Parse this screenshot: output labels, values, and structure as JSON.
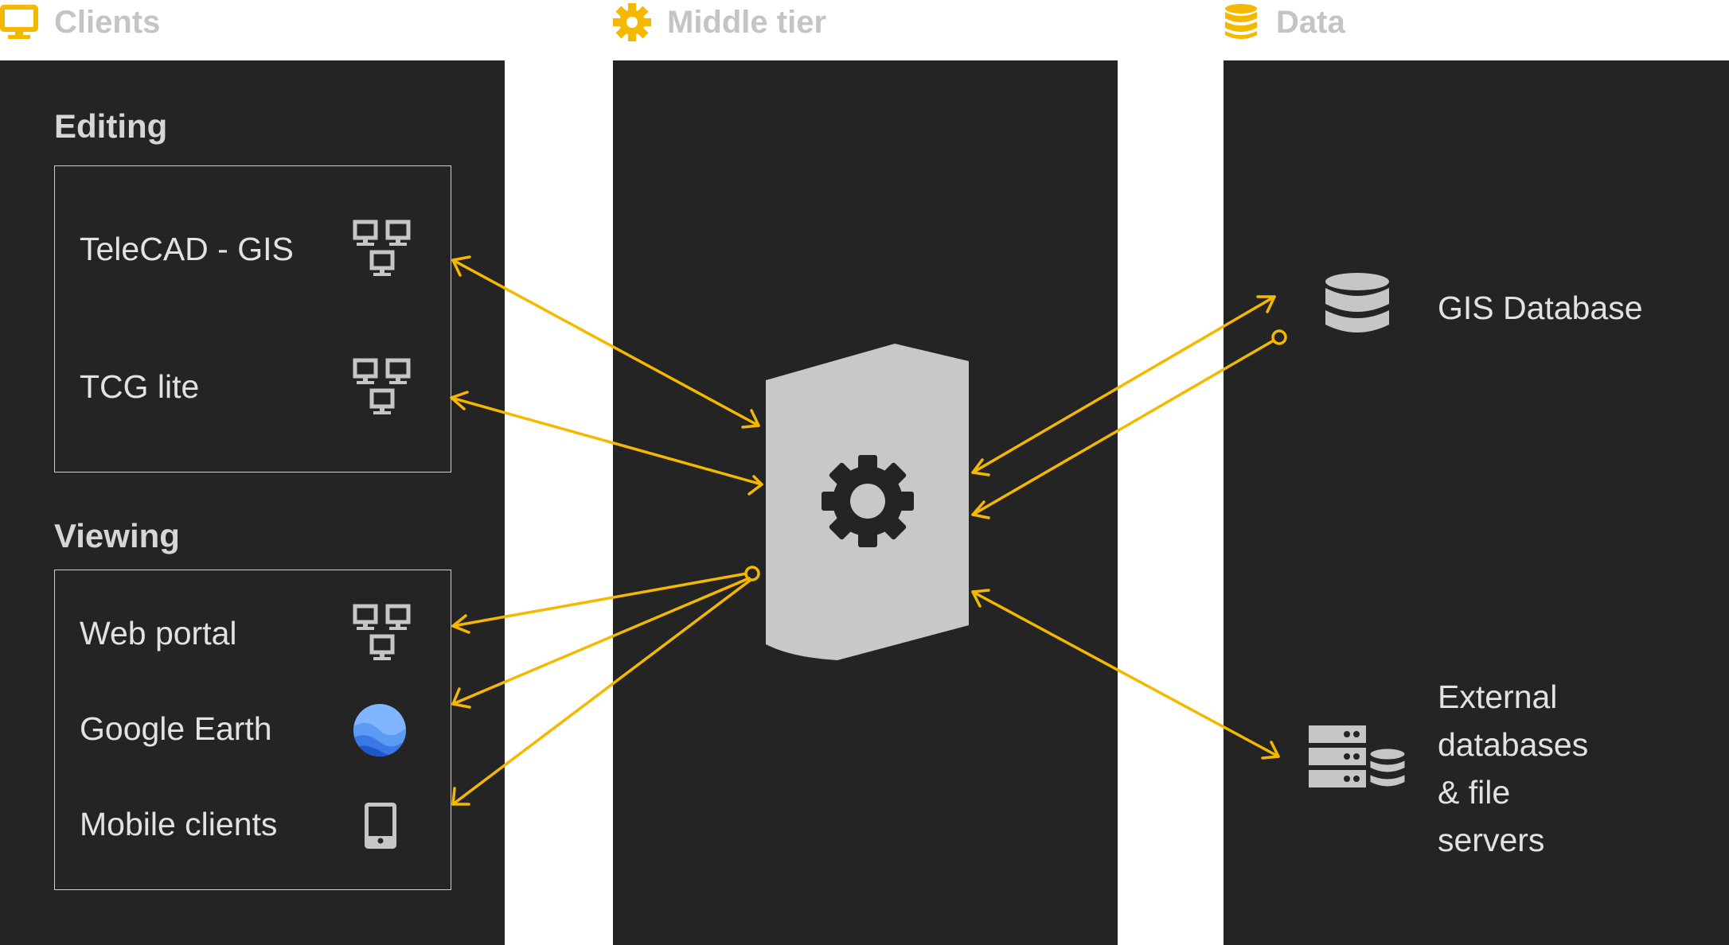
{
  "headers": {
    "clients": "Clients",
    "middle": "Middle tier",
    "data": "Data"
  },
  "clients": {
    "editing": {
      "title": "Editing",
      "items": [
        "TeleCAD - GIS",
        "TCG lite"
      ]
    },
    "viewing": {
      "title": "Viewing",
      "items": [
        "Web portal",
        "Google Earth",
        "Mobile clients"
      ]
    }
  },
  "data": {
    "gis": "GIS Database",
    "external": [
      "External",
      "databases",
      "& file",
      "servers"
    ]
  },
  "colors": {
    "accent": "#f5b800",
    "panel": "#242424",
    "server": "#c8c8c8",
    "text": "#e2e2e2",
    "header_text": "#c4c4c4"
  },
  "icons": {
    "clients_header": "monitor-icon",
    "middle_header": "gear-icon",
    "data_header": "database-icon",
    "editing_items": "network-icon",
    "web_portal": "network-icon",
    "google_earth": "google-earth-icon",
    "mobile": "mobile-phone-icon",
    "gis_database": "database-icon",
    "external": "server-rack-database-icon",
    "middle_server": "server-gear-icon"
  }
}
